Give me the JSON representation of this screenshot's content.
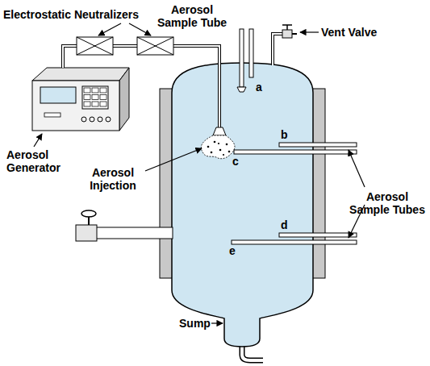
{
  "diagram": {
    "labels": [
      "Electrostatic Neutralizers",
      "Aerosol Sample Tube",
      "Vent Valve",
      "Aerosol Generator",
      "a",
      "b",
      "c",
      "Aerosol Injection",
      "Aerosol Sample Tubes",
      "d",
      "e",
      "Sump"
    ]
  }
}
